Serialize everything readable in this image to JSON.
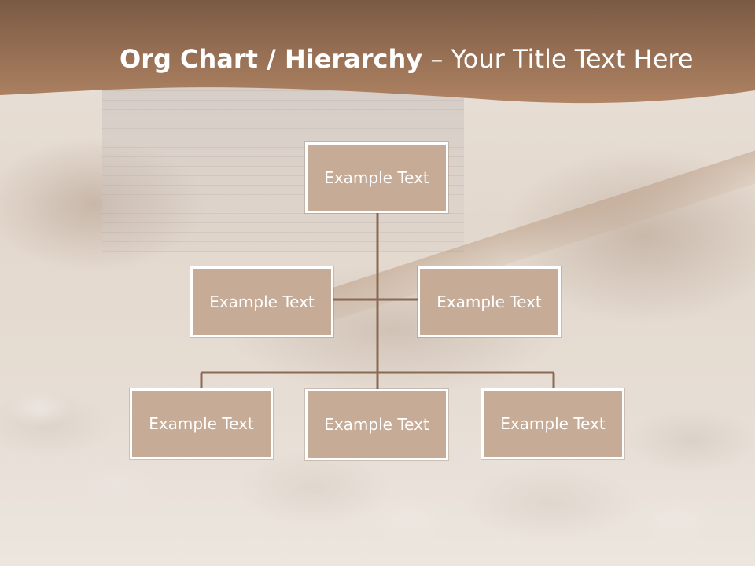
{
  "slide": {
    "title_bold": "Org Chart / Hierarchy",
    "title_dash": " – ",
    "title_rest": "Your Title Text Here"
  },
  "colors": {
    "header_band_top": "#7a5a44",
    "header_band_bottom": "#b08363",
    "box_fill": "#c6ab97",
    "box_border": "#ffffff",
    "connector": "#8a6a55",
    "text": "#ffffff"
  },
  "org_chart": {
    "root": {
      "label": "Example Text"
    },
    "assistants": [
      {
        "label": "Example Text"
      },
      {
        "label": "Example Text"
      }
    ],
    "children": [
      {
        "label": "Example Text"
      },
      {
        "label": "Example Text"
      },
      {
        "label": "Example Text"
      }
    ]
  }
}
